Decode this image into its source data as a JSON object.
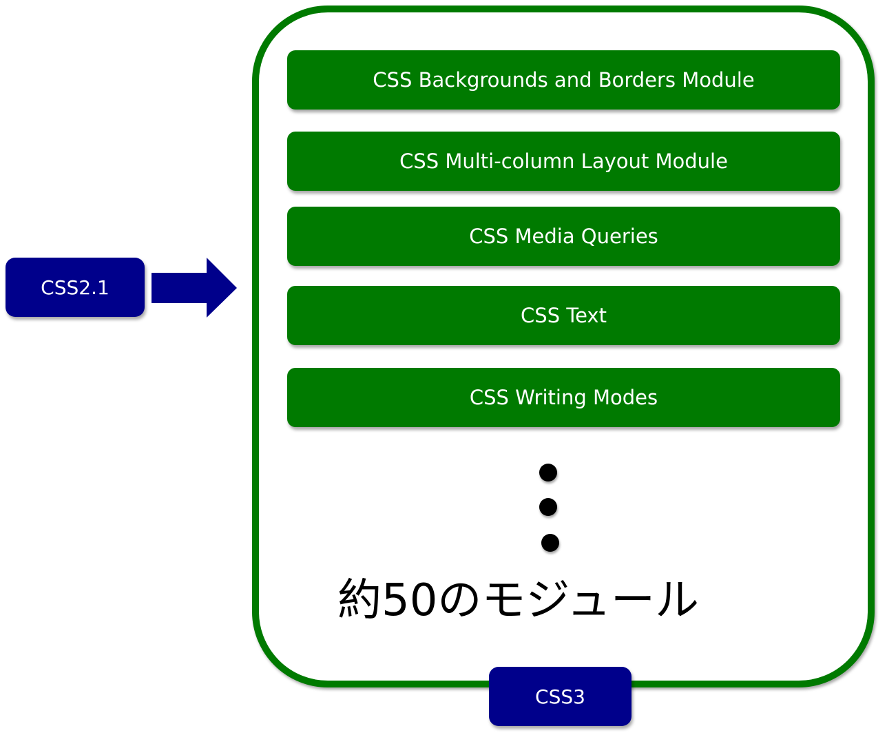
{
  "source_box": {
    "label": "CSS2.1",
    "color": "#00008b"
  },
  "arrow": {
    "direction": "right",
    "icon": "arrow-right-icon",
    "color": "#00008b"
  },
  "container": {
    "label": "CSS3",
    "border_color": "#007a00",
    "modules": [
      {
        "label": "CSS Backgrounds and Borders Module"
      },
      {
        "label": "CSS Multi-column Layout Module"
      },
      {
        "label": "CSS Media Queries"
      },
      {
        "label": "CSS Text"
      },
      {
        "label": "CSS Writing Modes"
      }
    ],
    "ellipsis": "vertical-dots",
    "caption": "約50のモジュール"
  }
}
